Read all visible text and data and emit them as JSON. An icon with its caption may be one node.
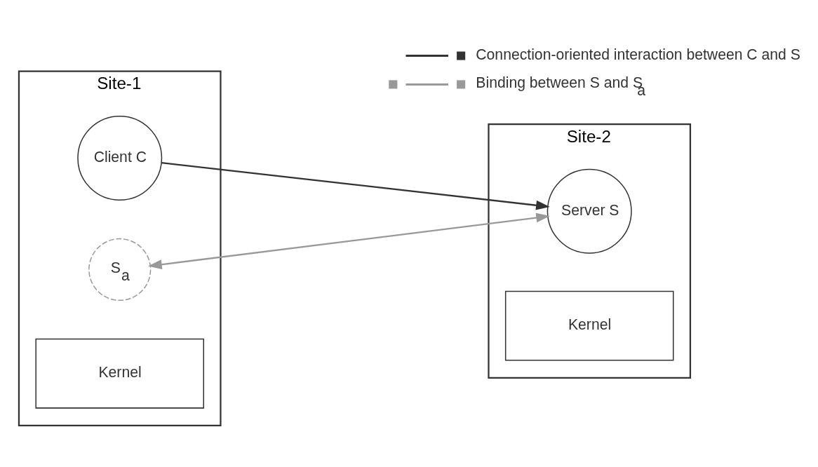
{
  "diagram": {
    "nodes": [
      {
        "text": [
          "Site-1"
        ]
      },
      {
        "text": [
          "Client C"
        ],
        "in": 0
      },
      {
        "text": [
          "S$_{a}$"
        ],
        "in": 0
      },
      {
        "text": [
          "Kernel"
        ],
        "in": 0
      },
      {
        "text": [
          "Site-2"
        ]
      },
      {
        "text": [
          "Server S"
        ],
        "in": 4
      },
      {
        "text": [
          "Kernel"
        ],
        "in": 4
      }
    ],
    "edges": [
      {
        "from": 1,
        "to": 5,
        "arrow": "to"
      },
      {
        "from": 2,
        "to": 5,
        "arrow": "both",
        "color": "#999999"
      }
    ],
    "legend": [
      {
        "text": "Connection-oriented interaction between C and S"
      },
      {
        "text": "Binding between S and S$_{a}$"
      }
    ]
  }
}
